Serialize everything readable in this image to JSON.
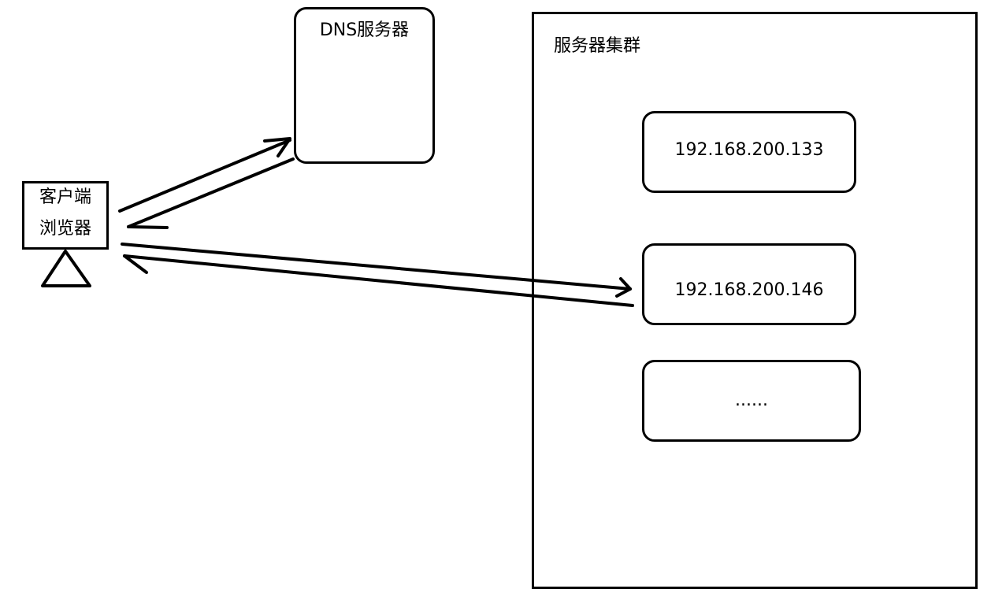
{
  "dns_server": {
    "label": "DNS服务器"
  },
  "cluster": {
    "label": "服务器集群",
    "servers": [
      {
        "label": "192.168.200.133"
      },
      {
        "label": "192.168.200.146"
      },
      {
        "label": "......"
      }
    ]
  },
  "client": {
    "line1": "客户端",
    "line2": "浏览器"
  }
}
